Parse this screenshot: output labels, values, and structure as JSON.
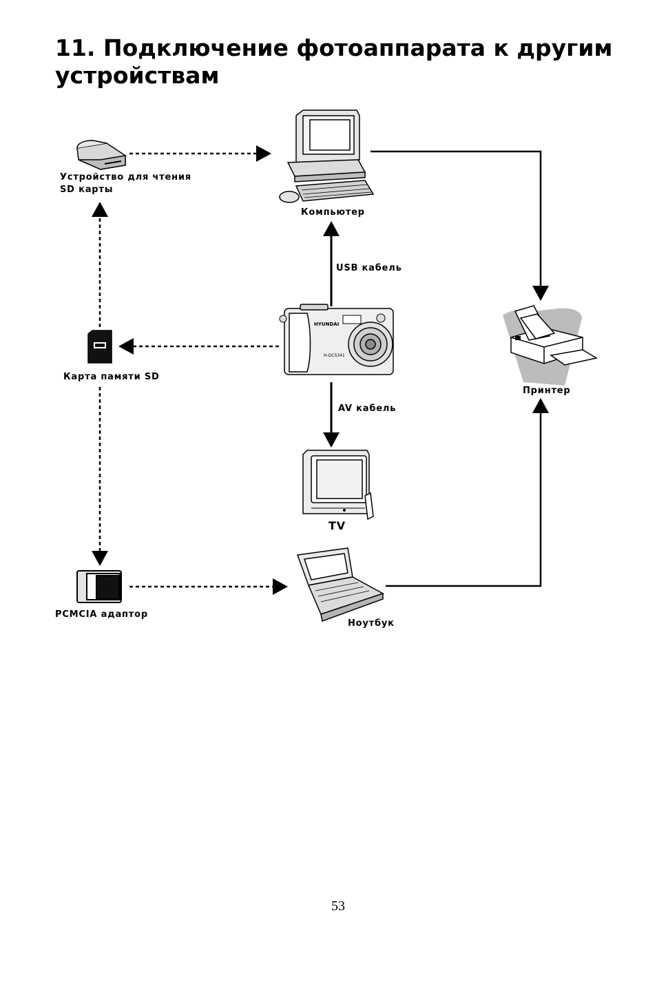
{
  "page": {
    "title": "11. Подключение фотоаппарата к другим устройствам",
    "page_number": "53"
  },
  "diagram": {
    "sd_reader_label_line1": "Устройство для чтения",
    "sd_reader_label_line2": "SD карты",
    "computer_label": "Компьютер",
    "usb_cable_label": "USB кабель",
    "camera_brand": "HYUNDAI",
    "camera_model": "H-DCS341",
    "sd_card_label": "Карта памяти SD",
    "printer_label": "Принтер",
    "av_cable_label": "AV кабель",
    "tv_label": "TV",
    "pcmcia_label": "PCMCIA адаптор",
    "laptop_label": "Ноутбук"
  }
}
